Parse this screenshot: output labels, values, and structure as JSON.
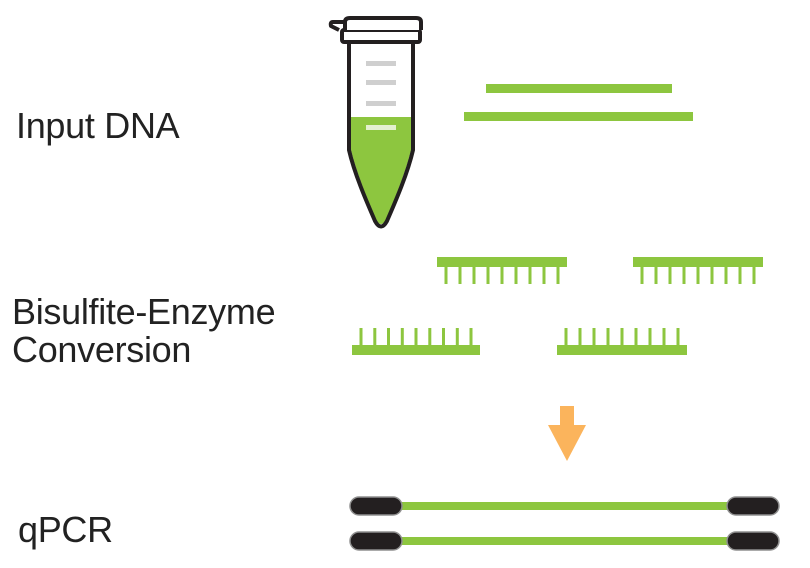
{
  "labels": {
    "input_dna": "Input DNA",
    "bisulfite_line1": "Bisulfite-Enzyme",
    "bisulfite_line2": "Conversion",
    "qpcr": "qPCR"
  },
  "colors": {
    "dna_green": "#8dc63f",
    "arrow_orange": "#fbb45c",
    "primer_black": "#231f20",
    "tube_outline": "#231f20",
    "text": "#222222"
  },
  "icons": {
    "tube": "microcentrifuge-tube-icon",
    "arrow": "arrow-down-icon"
  }
}
